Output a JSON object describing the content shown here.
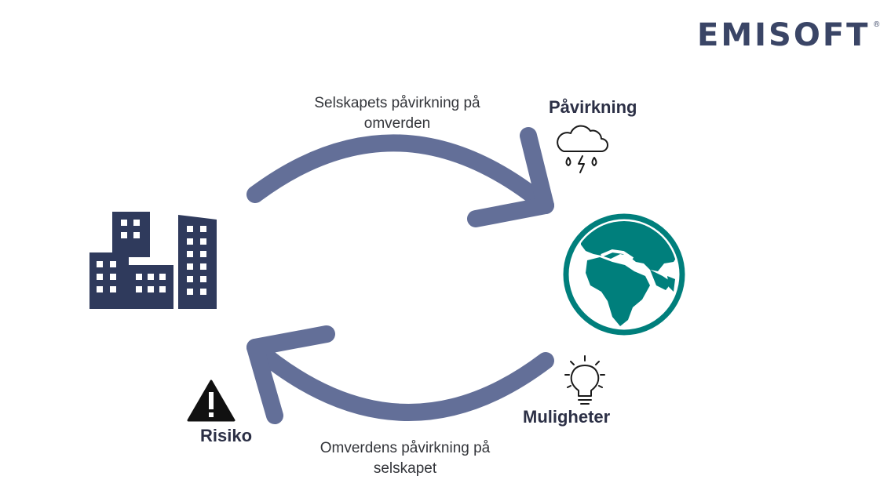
{
  "logo": {
    "text": "EMISOFT",
    "registered": "®"
  },
  "top_arrow": {
    "caption_line1": "Selskapets påvirkning på",
    "caption_line2": "omverden"
  },
  "bottom_arrow": {
    "caption_line1": "Omverdens påvirkning på",
    "caption_line2": "selskapet"
  },
  "labels": {
    "impact": "Påvirkning",
    "opportunities": "Muligheter",
    "risk": "Risiko"
  },
  "icons": {
    "buildings": "building-icon",
    "earth": "globe-icon",
    "cloud": "rain-cloud-icon",
    "bulb": "lightbulb-icon",
    "warning": "warning-icon"
  },
  "colors": {
    "arrow": "#636f98",
    "buildings": "#2f3a5c",
    "earth": "#007f7c",
    "logo": "#3a4566"
  }
}
